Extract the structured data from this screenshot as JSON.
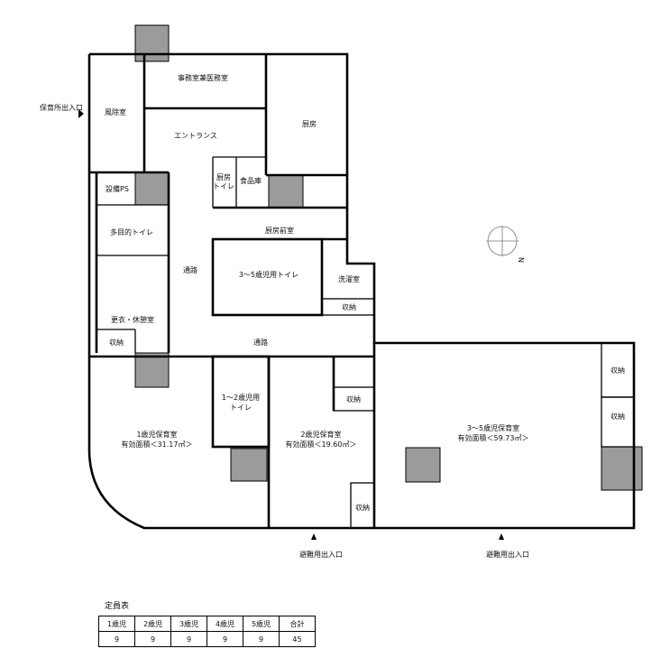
{
  "rooms": {
    "office": "事務室兼医務室",
    "isolation": "風除室",
    "entrance": "エントランス",
    "kitchen": "厨房",
    "kitchen_toilet": "厨房\nトイレ",
    "pantry": "食品庫",
    "equipment_ps": "設備PS",
    "multipurpose_toilet": "多目的トイレ",
    "kitchen_front": "厨房前室",
    "toilet_3_5": "3～5歳児用トイレ",
    "laundry": "洗濯室",
    "storage": "収納",
    "corridor": "通路",
    "changing_room": "更衣・休憩室",
    "toilet_1_2": "1～2歳児用\nトイレ",
    "room_1yr": "1歳児保育室\n有効面積＜31.17㎡＞",
    "room_2yr": "2歳児保育室\n有効面積＜19.60㎡＞",
    "room_3_5yr": "3～5歳児保育室\n有効面積＜59.73㎡＞"
  },
  "entrances": {
    "main": "保育所出入口",
    "evacuation": "避難用出入口"
  },
  "compass": {
    "label": "N"
  },
  "colors": {
    "pillar": "#9b9b9b",
    "wall": "#000000"
  },
  "capacity": {
    "caption": "定員表",
    "headers": [
      "1歳児",
      "2歳児",
      "3歳児",
      "4歳児",
      "5歳児",
      "合計"
    ],
    "values": [
      "9",
      "9",
      "9",
      "9",
      "9",
      "45"
    ]
  }
}
